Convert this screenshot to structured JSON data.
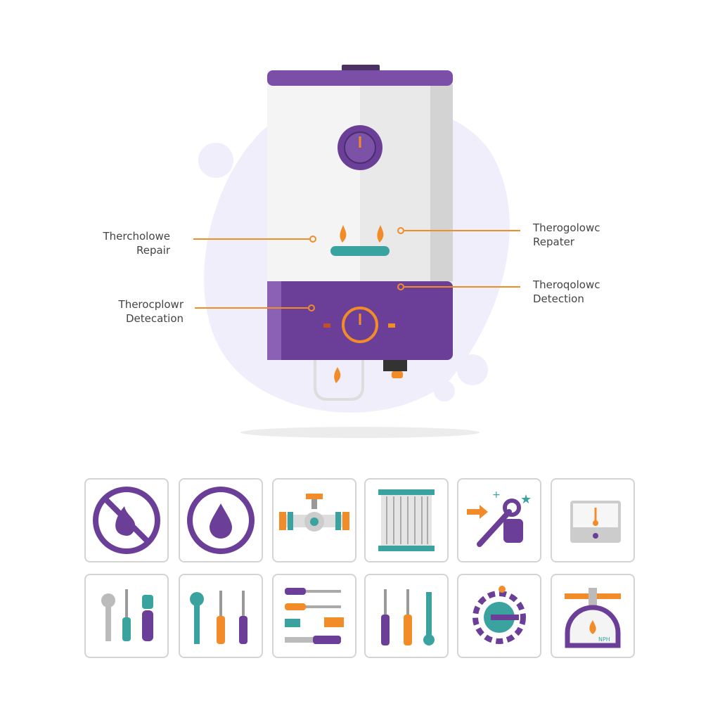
{
  "callouts": [
    {
      "line1": "Thercholowe",
      "line2": "Repair"
    },
    {
      "line1": "Therocplowr",
      "line2": "Detecation"
    },
    {
      "line1": "Therogolowc",
      "line2": "Repater"
    },
    {
      "line1": "Theroqolowc",
      "line2": "Detection"
    }
  ],
  "gauge_icon_text": "NPH",
  "colors": {
    "purple": "#6b3f98",
    "orange": "#f28c28",
    "teal": "#3aa3a0",
    "gray": "#d4d4d4"
  }
}
